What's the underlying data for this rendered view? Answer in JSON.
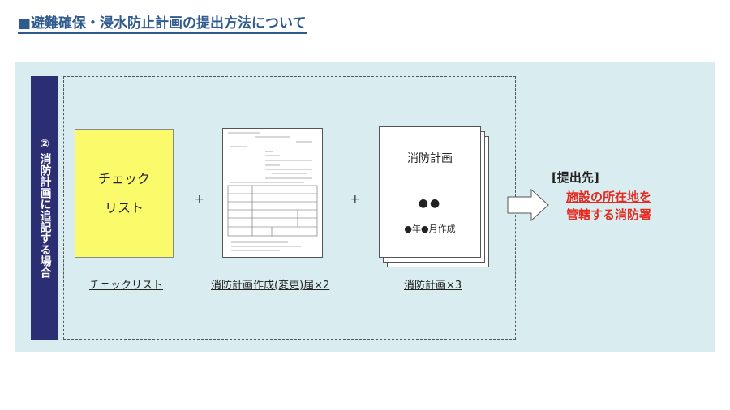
{
  "page": {
    "title": "■避難確保・浸水防止計画の提出方法について"
  },
  "side_label": {
    "number": "②",
    "text": "消防計画に追記する場合"
  },
  "items": {
    "checklist": {
      "box_line1": "チェック",
      "box_line2": "リスト",
      "caption": "チェックリスト"
    },
    "form": {
      "caption": "消防計画作成(変更)届×2"
    },
    "plan": {
      "title": "消防計画",
      "dots": "●●",
      "date": "●年●月作成",
      "caption": "消防計画×3"
    },
    "plus_sign": "+"
  },
  "destination": {
    "label": "[提出先]",
    "line1": "施設の所在地を",
    "line2": "管轄する消防署",
    "accent_color": "#e6291e"
  },
  "colors": {
    "title_blue": "#2f5a8e",
    "panel_bg": "#d9ecef",
    "side_label_bg": "#2b2e73",
    "checklist_yellow": "#fafa6a"
  }
}
